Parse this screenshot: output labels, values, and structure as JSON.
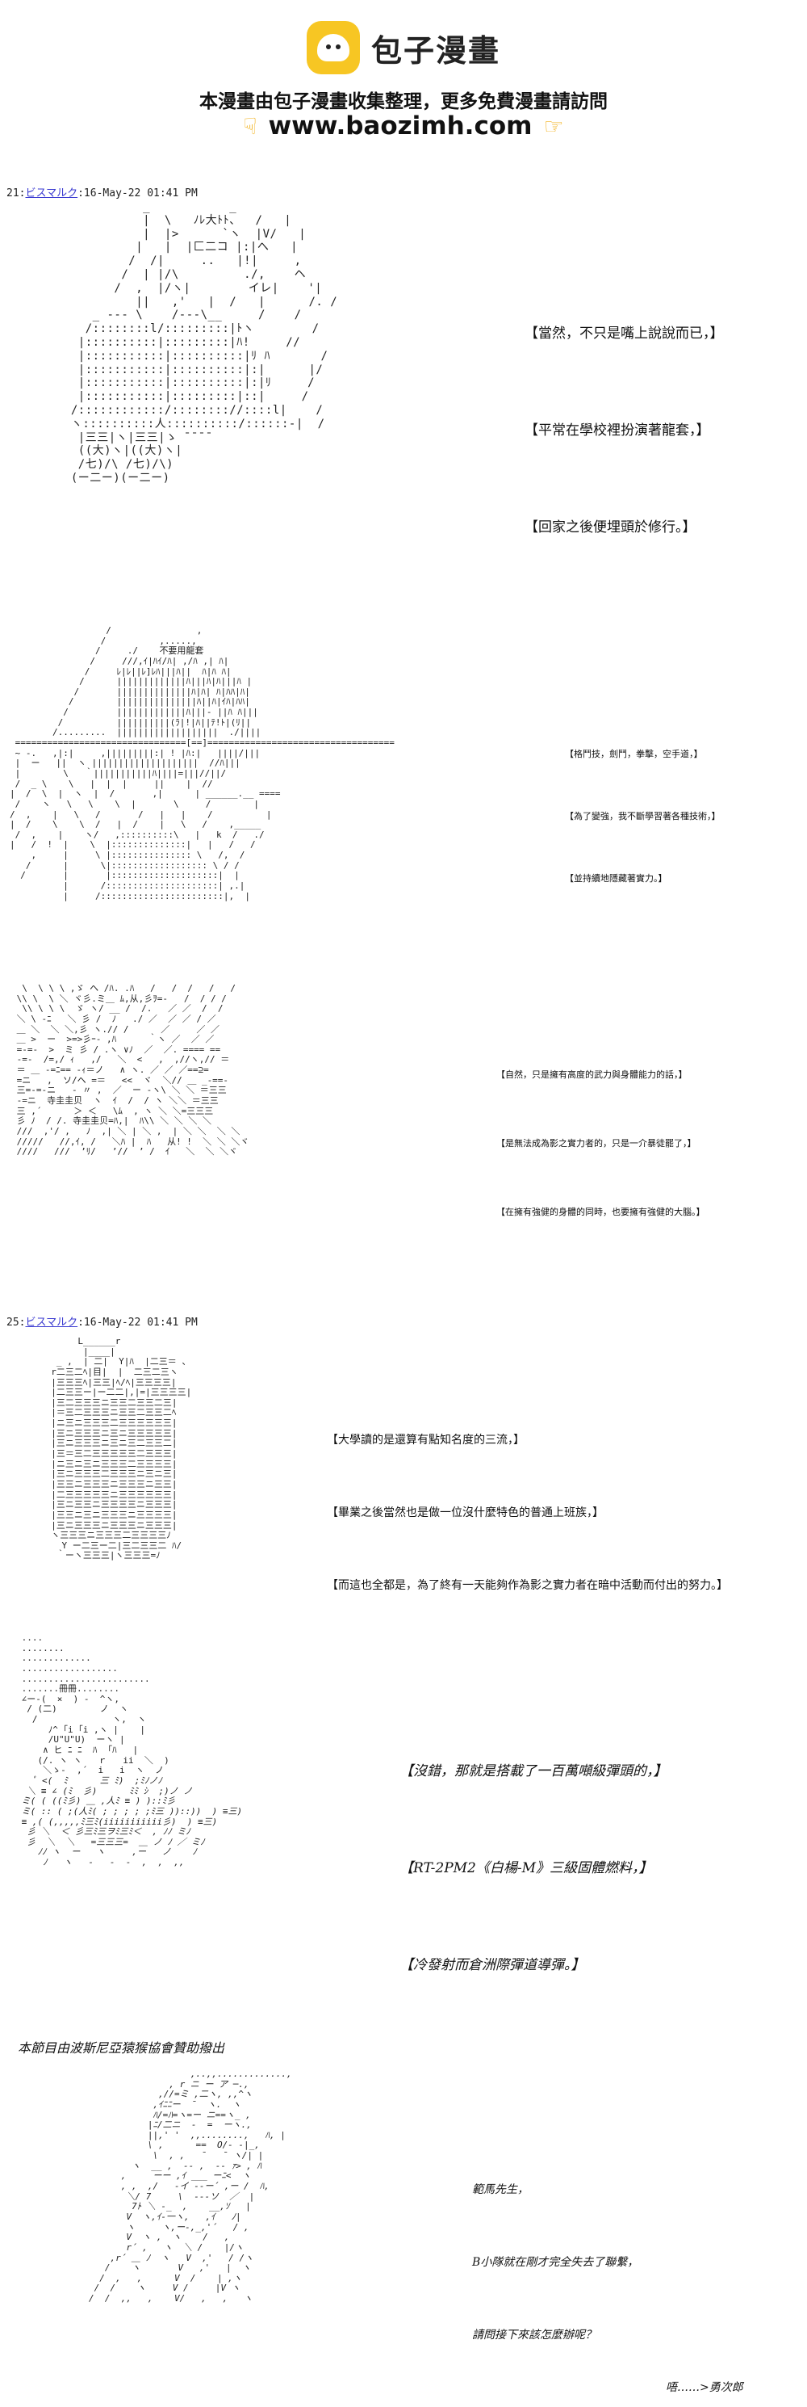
{
  "header": {
    "logo_text": "包子漫畫",
    "subtitle": "本漫畫由包子漫畫收集整理，更多免費漫畫請訪問",
    "url": "www.baozimh.com",
    "icons": {
      "logo": "bun-logo-icon",
      "hand": "pointing-hand-icon"
    }
  },
  "posts": [
    {
      "number": "21:",
      "name": "ビスマルク",
      "date": ":16-May-22 01:41 PM"
    },
    {
      "number": "25:",
      "name": "ビスマルク",
      "date": ":16-May-22 01:41 PM"
    }
  ],
  "panels": {
    "p1": [
      "【當然，不只是嘴上說說而已，】",
      "【平常在學校裡扮演著龍套，】",
      "【回家之後便埋頭於修行。】"
    ],
    "p2_inner": "不要用龍套",
    "p2": [
      "【格鬥技，劍鬥，拳擊，空手道，】",
      "【為了變強，我不斷學習著各種技術，】",
      "【並持續地隱藏著實力。】"
    ],
    "p3_inner": [
      "寺圭圭贝",
      "寺圭圭贝"
    ],
    "p3": [
      "【自然，只是擁有高度的武力與身體能力的話，】",
      "【是無法成為影之實力者的，只是一介暴徒罷了，】",
      "【在擁有強健的身體的同時，也要擁有強健的大腦。】"
    ],
    "p4": [
      "【大學讀的是還算有點知名度的三流，】",
      "【畢業之後當然也是做一位沒什麼特色的普通上班族，】",
      "【而這也全都是，為了終有一天能夠作為影之實力者在暗中活動而付出的努力。】"
    ],
    "p5_inner": "冊冊",
    "p5": [
      "【沒錯，那就是搭載了一百萬噸級彈頭的，】",
      "【RT-2PM2《白楊-M》三級固體燃料，】",
      "【冷發射而倉洲際彈道導彈。】"
    ],
    "credit": "本節目由波斯尼亞猿猴協會贊助撥出",
    "p6": [
      "範馬先生，",
      "B小隊就在剛才完全失去了聯繫，",
      "請問接下來該怎麼辦呢？"
    ],
    "p6_footer": "唔……>勇次郎"
  }
}
